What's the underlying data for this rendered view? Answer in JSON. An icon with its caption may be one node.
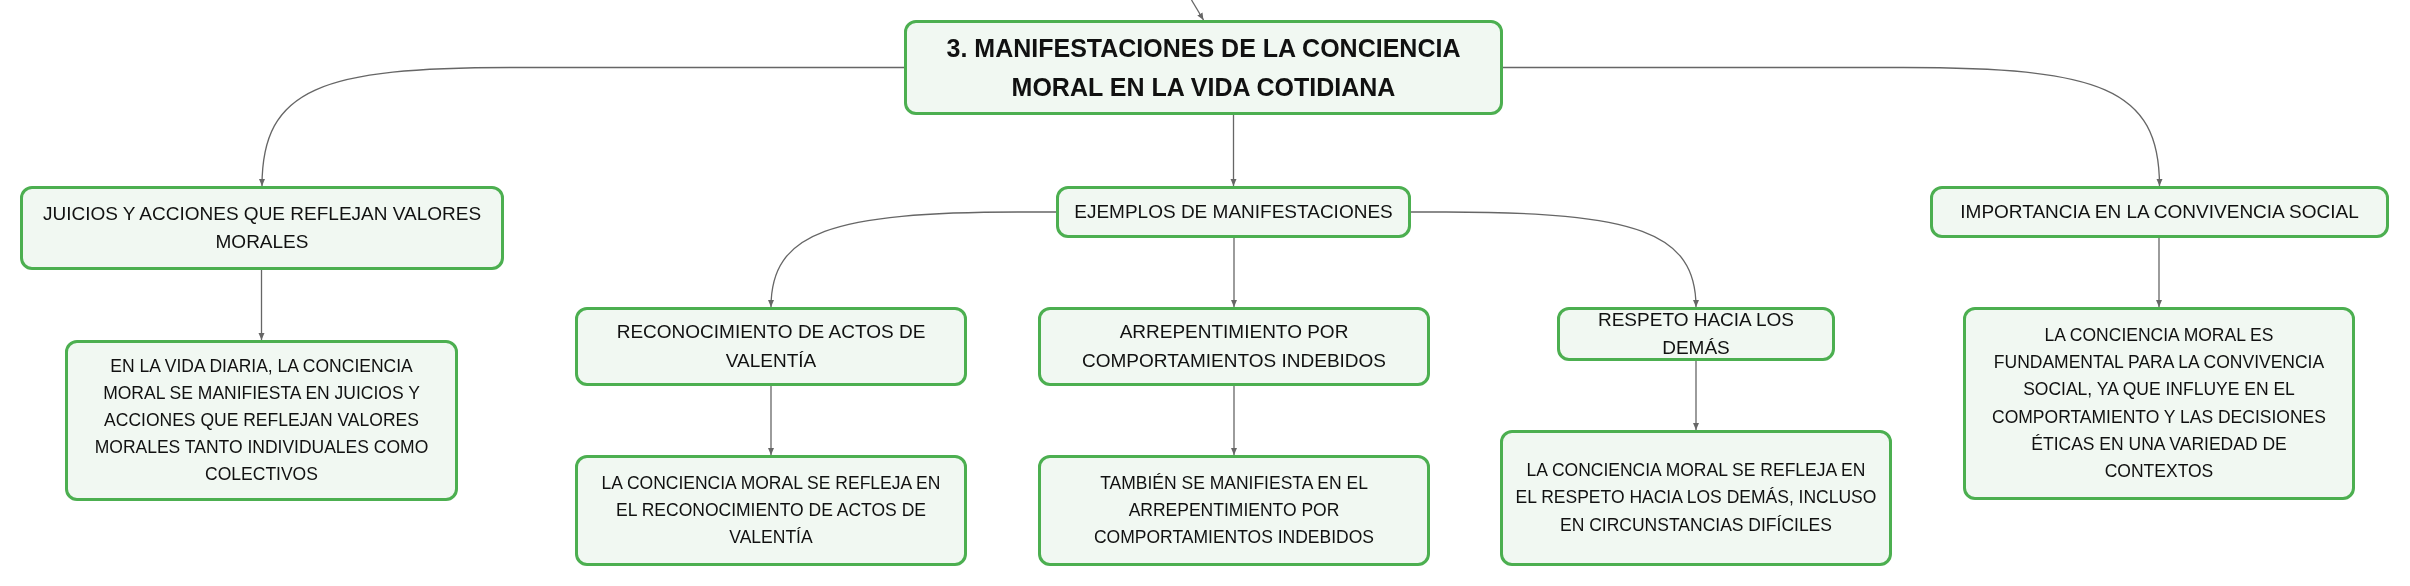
{
  "diagram": {
    "nodes": [
      {
        "text": [
          "3. MANIFESTACIONES DE LA CONCIENCIA MORAL EN LA VIDA COTIDIANA"
        ]
      },
      {
        "text": [
          "JUICIOS Y ACCIONES QUE REFLEJAN VALORES MORALES"
        ]
      },
      {
        "text": [
          "EJEMPLOS DE MANIFESTACIONES"
        ]
      },
      {
        "text": [
          "IMPORTANCIA EN LA CONVIVENCIA SOCIAL"
        ]
      },
      {
        "text": [
          "EN LA VIDA DIARIA, LA CONCIENCIA MORAL SE MANIFIESTA EN JUICIOS Y ACCIONES QUE REFLEJAN VALORES MORALES TANTO INDIVIDUALES COMO COLECTIVOS"
        ]
      },
      {
        "text": [
          "RECONOCIMIENTO DE ACTOS DE VALENTÍA"
        ]
      },
      {
        "text": [
          "ARREPENTIMIENTO POR COMPORTAMIENTOS INDEBIDOS"
        ]
      },
      {
        "text": [
          "RESPETO HACIA LOS DEMÁS"
        ]
      },
      {
        "text": [
          "LA CONCIENCIA MORAL SE REFLEJA EN EL RECONOCIMIENTO DE ACTOS DE VALENTÍA"
        ]
      },
      {
        "text": [
          "TAMBIÉN SE MANIFIESTA EN EL ARREPENTIMIENTO POR COMPORTAMIENTOS INDEBIDOS"
        ]
      },
      {
        "text": [
          "LA CONCIENCIA MORAL SE REFLEJA EN EL RESPETO HACIA LOS DEMÁS, INCLUSO EN CIRCUNSTANCIAS DIFÍCILES"
        ]
      },
      {
        "text": [
          "LA CONCIENCIA MORAL ES FUNDAMENTAL PARA LA CONVIVENCIA SOCIAL, YA QUE INFLUYE EN EL COMPORTAMIENTO Y LAS DECISIONES ÉTICAS EN UNA VARIEDAD DE CONTEXTOS"
        ]
      }
    ],
    "edges": [
      {
        "from": null,
        "to": 0,
        "arrow": "to"
      },
      {
        "from": 0,
        "to": 1,
        "arrow": "to"
      },
      {
        "from": 0,
        "to": 2,
        "arrow": "to"
      },
      {
        "from": 0,
        "to": 3,
        "arrow": "to"
      },
      {
        "from": 1,
        "to": 4,
        "arrow": "to"
      },
      {
        "from": 2,
        "to": 5,
        "arrow": "to"
      },
      {
        "from": 2,
        "to": 6,
        "arrow": "to"
      },
      {
        "from": 2,
        "to": 7,
        "arrow": "to"
      },
      {
        "from": 5,
        "to": 8,
        "arrow": "to"
      },
      {
        "from": 6,
        "to": 9,
        "arrow": "to"
      },
      {
        "from": 7,
        "to": 10,
        "arrow": "to"
      },
      {
        "from": 3,
        "to": 11,
        "arrow": "to"
      }
    ]
  }
}
